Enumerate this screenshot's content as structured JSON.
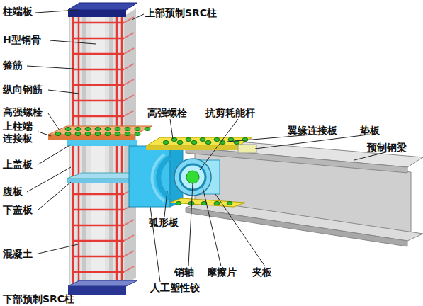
{
  "diagram": {
    "labels": [
      "柱端板",
      "上部预制SRC柱",
      "H型钢骨",
      "箍筋",
      "纵向钢筋",
      "高强螺栓",
      "上柱端 连接板",
      "上盖板",
      "腹板",
      "下盖板",
      "混凝土",
      "下部预制SRC柱",
      "高强螺栓",
      "抗剪耗能杆",
      "翼缘连接板",
      "垫板",
      "预制钢梁",
      "弧形板",
      "人工塑性铰",
      "销轴",
      "摩擦片",
      "夹板"
    ]
  }
}
